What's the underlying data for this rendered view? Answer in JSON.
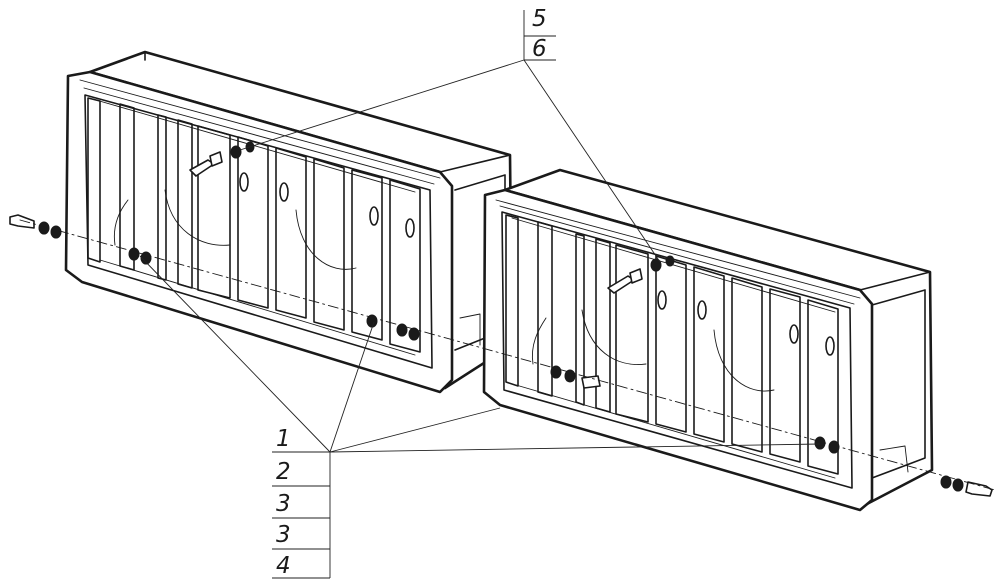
{
  "callouts": {
    "top_group": [
      "5",
      "6"
    ],
    "bottom_group": [
      "1",
      "2",
      "3",
      "3",
      "4"
    ]
  },
  "colors": {
    "ink": "#1a1a1a",
    "paper": "#ffffff"
  }
}
